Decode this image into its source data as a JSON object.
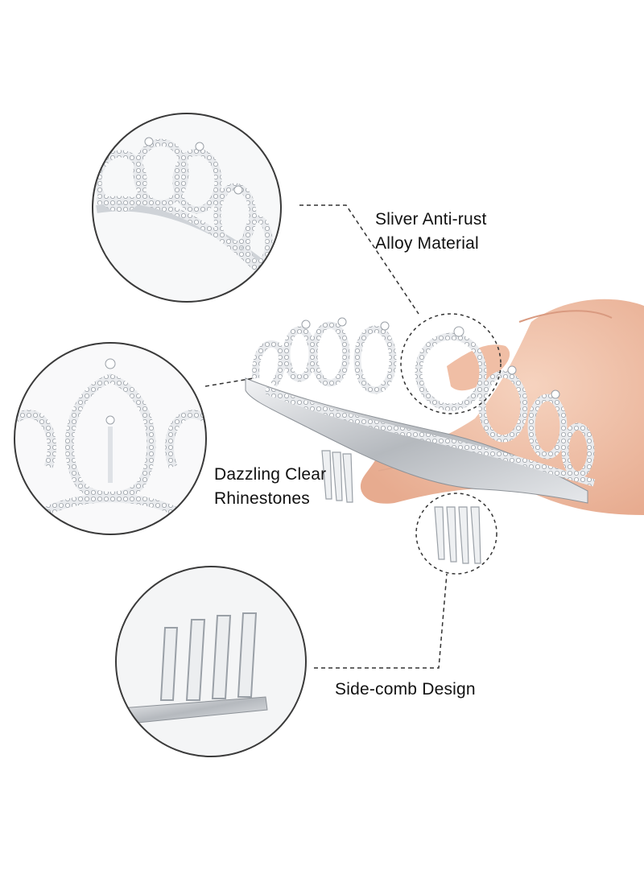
{
  "features": {
    "material": {
      "line1": "Sliver Anti-rust",
      "line2": "Alloy Material"
    },
    "rhinestones": {
      "line1": "Dazzling Clear",
      "line2": "Rhinestones"
    },
    "comb": {
      "line1": "Side-comb Design"
    }
  },
  "colors": {
    "background": "#ffffff",
    "circle_outline": "#3a3a3a",
    "dash_line": "#333333",
    "rhinestone": "#cfd3d8",
    "metal": "#b9bdc2",
    "skin": "#f2c6ae",
    "text": "#111111"
  },
  "icons": [
    "tiara-illustration",
    "hand-illustration",
    "comb-illustration"
  ]
}
